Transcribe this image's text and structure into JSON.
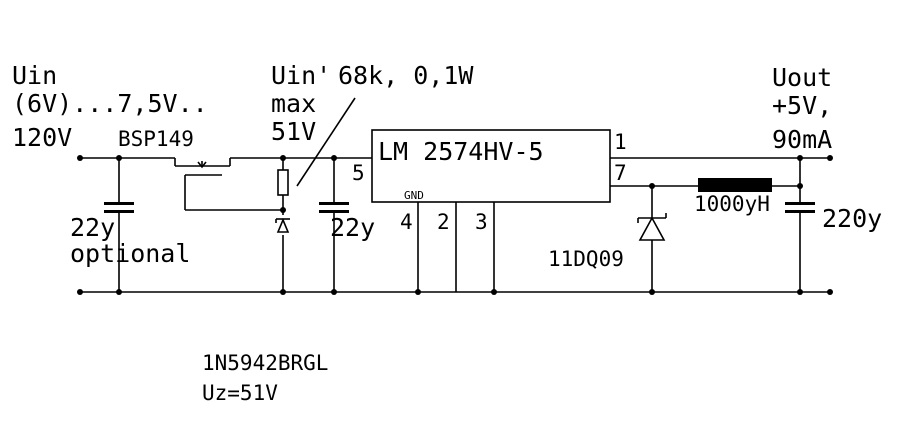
{
  "input": {
    "line1": "Uin",
    "line2": "(6V)...7,5V..",
    "line3": "120V"
  },
  "transistor": "BSP149",
  "cap_in": {
    "value": "22y",
    "note": "optional"
  },
  "uin_prime": {
    "line1": "Uin'",
    "line2": "max",
    "line3": "51V"
  },
  "resistor": "68k, 0,1W",
  "cap_mid": "22y",
  "ic": {
    "label": "LM 2574HV-5",
    "gnd": "GND",
    "pin5": "5",
    "pin1": "1",
    "pin7": "7",
    "pin4": "4",
    "pin2": "2",
    "pin3": "3"
  },
  "diode": "11DQ09",
  "inductor": "1000yH",
  "cap_out": "220y",
  "output": {
    "line1": "Uout",
    "line2": "+5V,",
    "line3": "90mA"
  },
  "zener": {
    "line1": "1N5942BRGL",
    "line2": "Uz=51V"
  }
}
